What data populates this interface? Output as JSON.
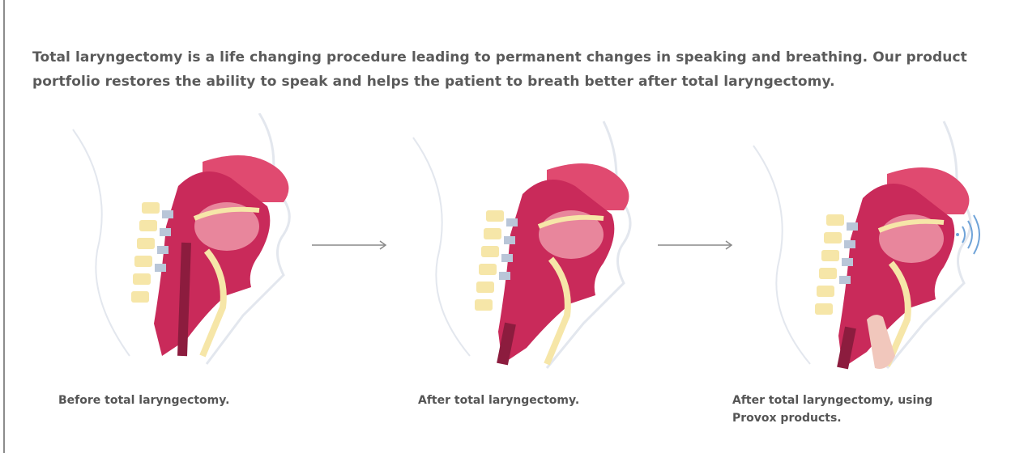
{
  "intro": {
    "line1": "Total laryngectomy is a life changing procedure leading to permanent changes in speaking and breathing. Our product",
    "line2": "portfolio restores the ability to speak and helps the patient to breath better after total laryngectomy."
  },
  "panels": [
    {
      "caption_line1": "Before total laryngectomy.",
      "caption_line2": ""
    },
    {
      "caption_line1": "After total laryngectomy.",
      "caption_line2": ""
    },
    {
      "caption_line1": "After total laryngectomy, using",
      "caption_line2": "Provox products."
    }
  ],
  "colors": {
    "tissue": "#c92a5a",
    "tissue_light": "#e8869c",
    "nose": "#e04a70",
    "bone": "#f6e6a8",
    "vertebra": "#b9c6d8",
    "outline": "#dfe3ea",
    "sound_waves": "#6fa3d8",
    "arrow": "#8a8a8a"
  },
  "icons": [
    "right-arrow-icon",
    "right-arrow-icon",
    "sound-waves-icon",
    "hand-icon"
  ]
}
